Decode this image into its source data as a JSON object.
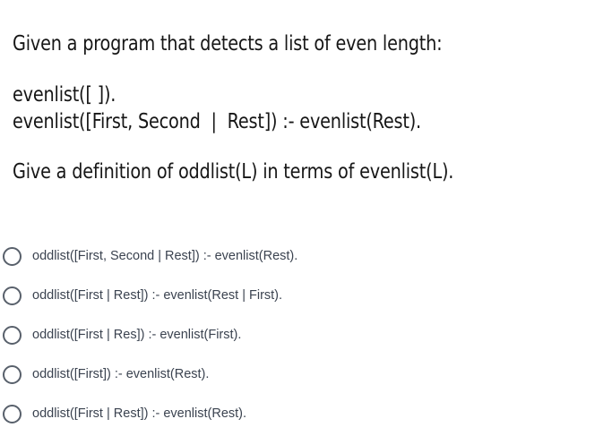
{
  "question": {
    "intro": "Given a program that detects a list of even length:",
    "code": [
      "evenlist([ ]).",
      "evenlist([First, Second  |  Rest]) :- evenlist(Rest)."
    ],
    "prompt": "Give a definition of oddlist(L) in terms of evenlist(L)."
  },
  "options": [
    {
      "id": "option-a",
      "label": "oddlist([First, Second | Rest]) :- evenlist(Rest).",
      "selected": false
    },
    {
      "id": "option-b",
      "label": "oddlist([First | Rest]) :- evenlist(Rest | First).",
      "selected": false
    },
    {
      "id": "option-c",
      "label": "oddlist([First | Res]) :- evenlist(First).",
      "selected": false
    },
    {
      "id": "option-d",
      "label": "oddlist([First]) :- evenlist(Rest).",
      "selected": false
    },
    {
      "id": "option-e",
      "label": "oddlist([First | Rest]) :- evenlist(Rest).",
      "selected": false
    }
  ],
  "colors": {
    "background": "#ffffff",
    "heading_text": "#161616",
    "option_text": "#3b4350",
    "radio_border": "#58606b"
  }
}
